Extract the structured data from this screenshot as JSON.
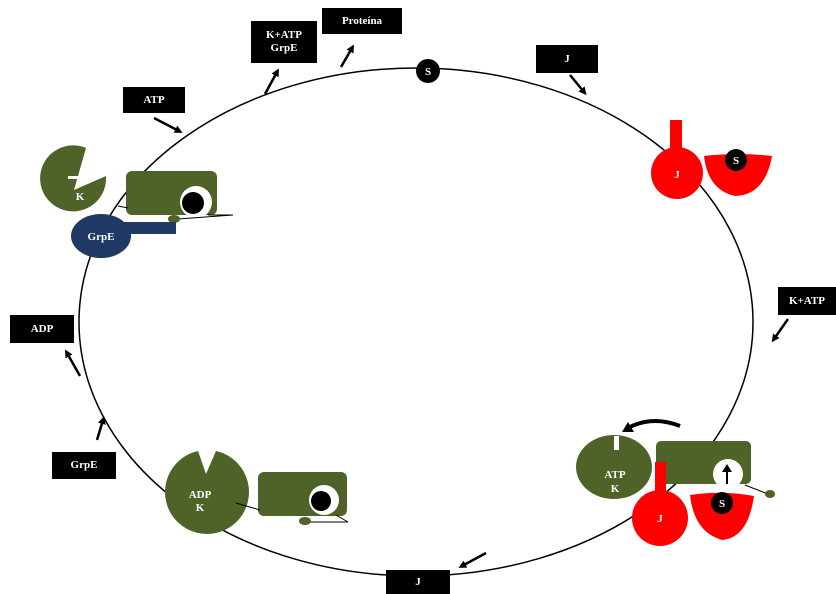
{
  "colors": {
    "dnak_green": "#4f6228",
    "grpe_blue": "#1f3864",
    "dnaj_red": "#ff0000",
    "label_bg": "#000000",
    "label_text": "#ffffff"
  },
  "step_labels": {
    "k_atp_grpe_line1": "K+ATP",
    "k_atp_grpe_line2": "GrpE",
    "protein": "Proteína",
    "j_top": "J",
    "atp": "ATP",
    "k_atp_right": "K+ATP",
    "adp": "ADP",
    "grpe_left": "GrpE",
    "j_bottom": "J"
  },
  "molecule_labels": {
    "substrate_top": "S",
    "dnak_top_left": "K",
    "grpe_top_left": "GrpE",
    "dnaj_upper_right": "J",
    "substrate_upper_right": "S",
    "atp_k_line1": "ATP",
    "atp_k_line2": "K",
    "dnaj_lower_right": "J",
    "substrate_lower_right": "S",
    "adp_k_line1": "ADP",
    "adp_k_line2": "K"
  }
}
